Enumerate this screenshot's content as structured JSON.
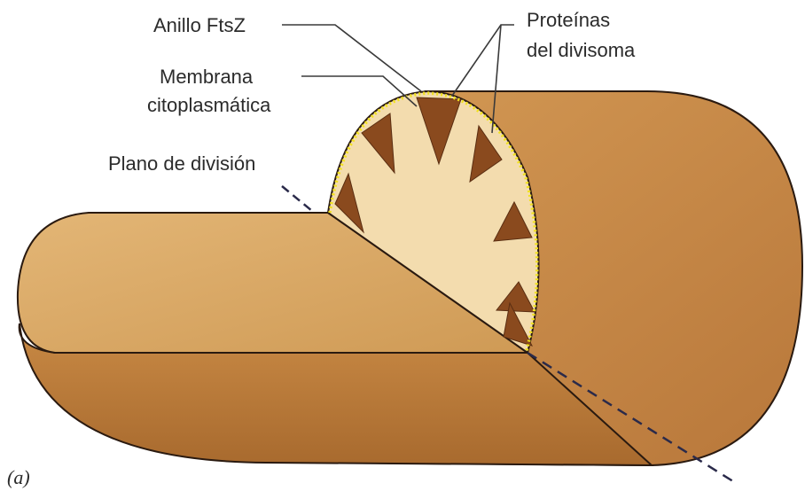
{
  "labels": {
    "ftsz_ring": "Anillo FtsZ",
    "divisome_proteins_line1": "Proteínas",
    "divisome_proteins_line2": "del divisoma",
    "membrane_line1": "Membrana",
    "membrane_line2": "citoplasmática",
    "division_plane": "Plano de división"
  },
  "panel_label": "(a)",
  "colors": {
    "cell_body": "#c98a45",
    "cell_top": "#e0b070",
    "cell_dark": "#a86a2e",
    "cytoplasm": "#f3dcae",
    "divisome_protein": "#8a4a1e",
    "ftsz_ring": "#f2e21c",
    "outline": "#2a1a10"
  }
}
